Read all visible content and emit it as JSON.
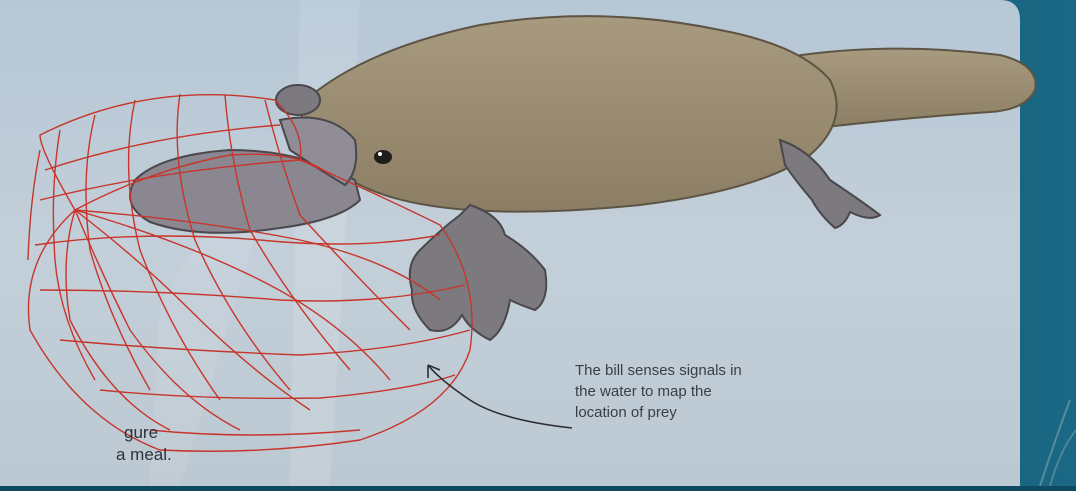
{
  "panel": {
    "background_color": "#b9c8d6",
    "accent_color": "#0d4761"
  },
  "caption": {
    "line1": "The bill senses signals in",
    "line2": "the water to map the",
    "line3": "location of prey"
  },
  "text_fragment": {
    "line1": "gure",
    "line2": "a meal."
  },
  "illustration": {
    "animal": "platypus",
    "mesh_color": "#c7352b",
    "body_color": "#9c8d72"
  }
}
